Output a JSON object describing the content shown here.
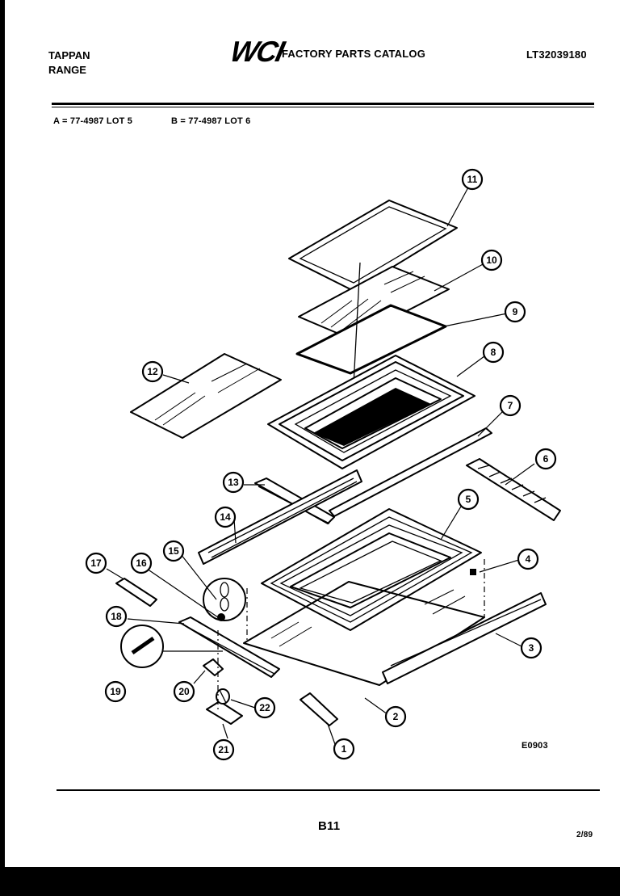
{
  "header": {
    "brand_line1": "TAPPAN",
    "brand_line2": "RANGE",
    "logo": "WCI",
    "title": "FACTORY PARTS CATALOG",
    "catalog_number": "LT32039180"
  },
  "models": {
    "a": "A = 77-4987 LOT 5",
    "b": "B = 77-4987 LOT 6"
  },
  "callouts": [
    "1",
    "2",
    "3",
    "4",
    "5",
    "6",
    "7",
    "8",
    "9",
    "10",
    "11",
    "12",
    "13",
    "14",
    "15",
    "16",
    "17",
    "18",
    "19",
    "20",
    "21",
    "22"
  ],
  "drawing_code": "E0903",
  "footer": {
    "page_number": "B11",
    "date_code": "2/89"
  }
}
